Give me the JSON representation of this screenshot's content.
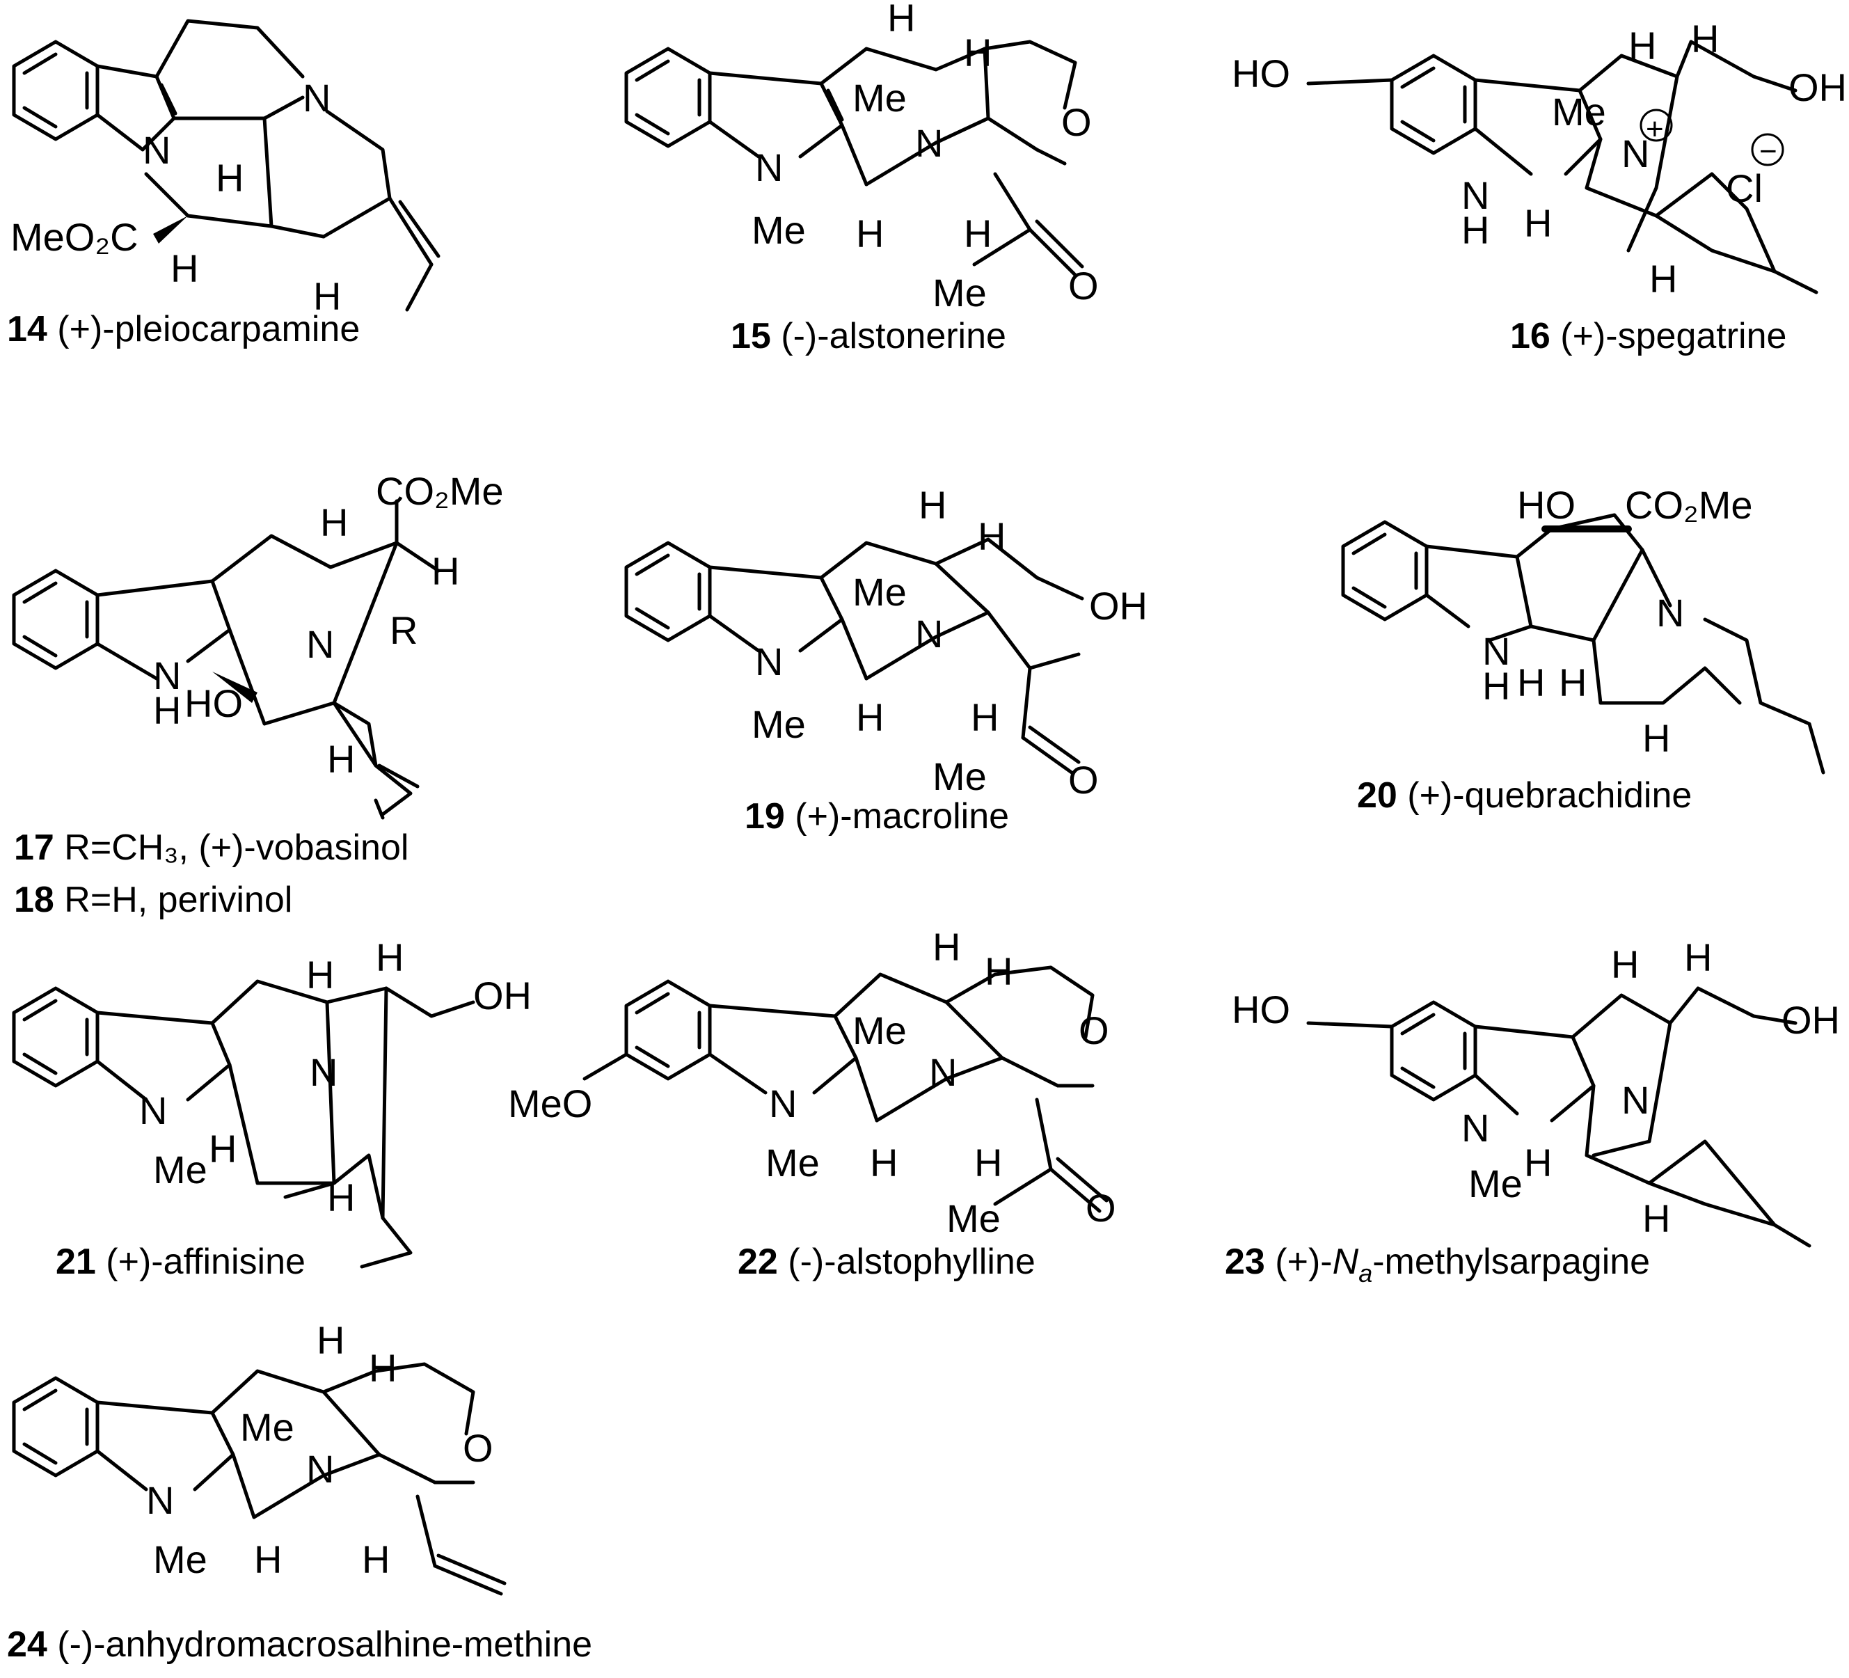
{
  "compounds": [
    {
      "num": "14",
      "name": "(+)-pleiocarpamine",
      "atoms": {
        "N1": "N",
        "N2": "N",
        "H1": "H",
        "H2": "H",
        "H3": "H",
        "ester": "MeO2C"
      }
    },
    {
      "num": "15",
      "name": "(-)-alstonerine",
      "atoms": {
        "H1": "H",
        "H2": "H",
        "Me_N": "Me",
        "N1": "N",
        "O1": "O",
        "N2": "N",
        "Me2": "Me",
        "H3": "H",
        "H4": "H",
        "Me3": "Me",
        "O2": "O"
      }
    },
    {
      "num": "16",
      "name": "(+)-spegatrine",
      "atoms": {
        "HO": "HO",
        "H1": "H",
        "H2": "H",
        "OH": "OH",
        "Me_N": "Me",
        "N1": "N",
        "plus": "+",
        "minus": "−",
        "Cl": "Cl",
        "NH": "N",
        "H_NH": "H",
        "H3": "H",
        "H4": "H"
      }
    },
    {
      "num": "17",
      "sub": "R=CH3, (+)-vobasinol",
      "atoms": {
        "CO2Me": "CO2Me",
        "H1": "H",
        "H2": "H",
        "N1": "N",
        "R": "R",
        "NH": "N",
        "H_NH": "H",
        "HO": "HO",
        "H3": "H"
      }
    },
    {
      "num": "18",
      "sub": "R=H, perivinol"
    },
    {
      "num": "19",
      "name": "(+)-macroline",
      "atoms": {
        "H1": "H",
        "H2": "H",
        "OH": "OH",
        "Me_N": "Me",
        "N1": "N",
        "N2": "N",
        "Me2": "Me",
        "H3": "H",
        "H4": "H",
        "Me3": "Me",
        "O": "O"
      }
    },
    {
      "num": "20",
      "name": "(+)-quebrachidine",
      "atoms": {
        "HO": "HO",
        "CO2Me": "CO2Me",
        "N1": "N",
        "NH": "N",
        "H_NH": "H",
        "H1": "H",
        "H2": "H",
        "H3": "H"
      }
    },
    {
      "num": "21",
      "name": "(+)-affinisine",
      "atoms": {
        "H1": "H",
        "H2": "H",
        "OH": "OH",
        "N1": "N",
        "N2": "N",
        "Me": "Me",
        "H3": "H",
        "H4": "H"
      }
    },
    {
      "num": "22",
      "name": "(-)-alstophylline",
      "atoms": {
        "H1": "H",
        "H2": "H",
        "O1": "O",
        "Me_N": "Me",
        "N1": "N",
        "MeO": "MeO",
        "N2": "N",
        "Me2": "Me",
        "H3": "H",
        "H4": "H",
        "Me3": "Me",
        "O2": "O"
      }
    },
    {
      "num": "23",
      "name": "(+)-",
      "name_italic": "N",
      "name_sub": "a",
      "name_rest": "-methylsarpagine",
      "atoms": {
        "HO": "HO",
        "H1": "H",
        "H2": "H",
        "OH": "OH",
        "N1": "N",
        "N2": "N",
        "Me": "Me",
        "H3": "H",
        "H4": "H"
      }
    },
    {
      "num": "24",
      "name": "(-)-anhydromacrosalhine-methine",
      "atoms": {
        "H1": "H",
        "H2": "H",
        "Me_N": "Me",
        "N1": "N",
        "O1": "O",
        "N2": "N",
        "Me2": "Me",
        "H3": "H",
        "H4": "H"
      }
    }
  ]
}
